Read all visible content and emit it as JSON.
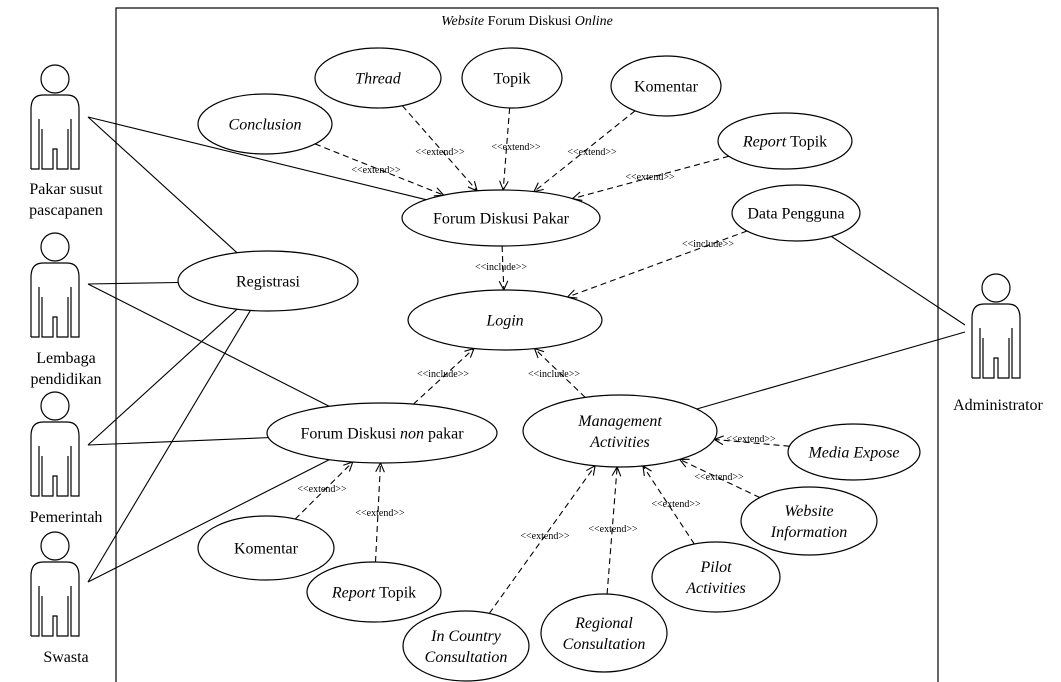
{
  "system": {
    "title_parts": [
      {
        "text": "Website",
        "italic": true
      },
      {
        "text": " Forum Diskusi ",
        "italic": false
      },
      {
        "text": "Online",
        "italic": true
      }
    ]
  },
  "actors": [
    {
      "id": "pakar",
      "lines": [
        "Pakar susut",
        "pascapanen"
      ]
    },
    {
      "id": "lembaga",
      "lines": [
        "Lembaga",
        "pendidikan"
      ]
    },
    {
      "id": "pemerintah",
      "lines": [
        "Pemerintah"
      ]
    },
    {
      "id": "swasta",
      "lines": [
        "Swasta"
      ]
    },
    {
      "id": "admin",
      "lines": [
        "Administrator"
      ]
    }
  ],
  "use_cases": [
    {
      "id": "thread",
      "lines": [
        [
          {
            "text": "Thread",
            "italic": true
          }
        ]
      ]
    },
    {
      "id": "topik",
      "lines": [
        [
          {
            "text": "Topik",
            "italic": false
          }
        ]
      ]
    },
    {
      "id": "komentar1",
      "lines": [
        [
          {
            "text": "Komentar",
            "italic": false
          }
        ]
      ]
    },
    {
      "id": "conclusion",
      "lines": [
        [
          {
            "text": "Conclusion",
            "italic": true
          }
        ]
      ]
    },
    {
      "id": "reporttopik1",
      "lines": [
        [
          {
            "text": "Report",
            "italic": true
          },
          {
            "text": " Topik",
            "italic": false
          }
        ]
      ]
    },
    {
      "id": "forumpakar",
      "lines": [
        [
          {
            "text": "Forum Diskusi Pakar",
            "italic": false
          }
        ]
      ]
    },
    {
      "id": "datapengguna",
      "lines": [
        [
          {
            "text": "Data Pengguna",
            "italic": false
          }
        ]
      ]
    },
    {
      "id": "registrasi",
      "lines": [
        [
          {
            "text": "Registrasi",
            "italic": false
          }
        ]
      ]
    },
    {
      "id": "login",
      "lines": [
        [
          {
            "text": "Login",
            "italic": true
          }
        ]
      ]
    },
    {
      "id": "forumnonpakar",
      "lines": [
        [
          {
            "text": "Forum Diskusi ",
            "italic": false
          },
          {
            "text": "non",
            "italic": true
          },
          {
            "text": " pakar",
            "italic": false
          }
        ]
      ]
    },
    {
      "id": "management",
      "lines": [
        [
          {
            "text": "Management",
            "italic": true
          }
        ],
        [
          {
            "text": "Activities",
            "italic": true
          }
        ]
      ]
    },
    {
      "id": "mediaexpose",
      "lines": [
        [
          {
            "text": "Media Expose",
            "italic": true
          }
        ]
      ]
    },
    {
      "id": "websiteinfo",
      "lines": [
        [
          {
            "text": "Website",
            "italic": true
          }
        ],
        [
          {
            "text": "Information",
            "italic": true
          }
        ]
      ]
    },
    {
      "id": "komentar2",
      "lines": [
        [
          {
            "text": "Komentar",
            "italic": false
          }
        ]
      ]
    },
    {
      "id": "reporttopik2",
      "lines": [
        [
          {
            "text": "Report",
            "italic": true
          },
          {
            "text": " Topik",
            "italic": false
          }
        ]
      ]
    },
    {
      "id": "pilot",
      "lines": [
        [
          {
            "text": "Pilot",
            "italic": true
          }
        ],
        [
          {
            "text": "Activities",
            "italic": true
          }
        ]
      ]
    },
    {
      "id": "regional",
      "lines": [
        [
          {
            "text": "Regional",
            "italic": true
          }
        ],
        [
          {
            "text": "Consultation",
            "italic": true
          }
        ]
      ]
    },
    {
      "id": "incountry",
      "lines": [
        [
          {
            "text": "In Country",
            "italic": true
          }
        ],
        [
          {
            "text": "Consultation",
            "italic": true
          }
        ]
      ]
    }
  ],
  "dependencies": [
    {
      "from": "conclusion",
      "to": "forumpakar",
      "label": "<<extend>>"
    },
    {
      "from": "thread",
      "to": "forumpakar",
      "label": "<<extend>>"
    },
    {
      "from": "topik",
      "to": "forumpakar",
      "label": "<<extend>>"
    },
    {
      "from": "komentar1",
      "to": "forumpakar",
      "label": "<<extend>>"
    },
    {
      "from": "reporttopik1",
      "to": "forumpakar",
      "label": "<<extend>>"
    },
    {
      "from": "forumpakar",
      "to": "login",
      "label": "<<include>>"
    },
    {
      "from": "datapengguna",
      "to": "login",
      "label": "<<include>>"
    },
    {
      "from": "forumnonpakar",
      "to": "login",
      "label": "<<include>>"
    },
    {
      "from": "management",
      "to": "login",
      "label": "<<include>>"
    },
    {
      "from": "komentar2",
      "to": "forumnonpakar",
      "label": "<<extend>>"
    },
    {
      "from": "reporttopik2",
      "to": "forumnonpakar",
      "label": "<<extend>>"
    },
    {
      "from": "mediaexpose",
      "to": "management",
      "label": "<<extend>>"
    },
    {
      "from": "websiteinfo",
      "to": "management",
      "label": "<<extend>>"
    },
    {
      "from": "pilot",
      "to": "management",
      "label": "<<extend>>"
    },
    {
      "from": "regional",
      "to": "management",
      "label": "<<extend>>"
    },
    {
      "from": "incountry",
      "to": "management",
      "label": "<<extend>>"
    }
  ],
  "associations": [
    {
      "actor": "pakar",
      "use_case": "forumpakar"
    },
    {
      "actor": "pakar",
      "use_case": "registrasi"
    },
    {
      "actor": "lembaga",
      "use_case": "registrasi"
    },
    {
      "actor": "lembaga",
      "use_case": "forumnonpakar"
    },
    {
      "actor": "pemerintah",
      "use_case": "registrasi"
    },
    {
      "actor": "pemerintah",
      "use_case": "forumnonpakar"
    },
    {
      "actor": "swasta",
      "use_case": "registrasi"
    },
    {
      "actor": "swasta",
      "use_case": "forumnonpakar"
    },
    {
      "actor": "admin",
      "use_case": "datapengguna"
    },
    {
      "actor": "admin",
      "use_case": "management"
    }
  ]
}
